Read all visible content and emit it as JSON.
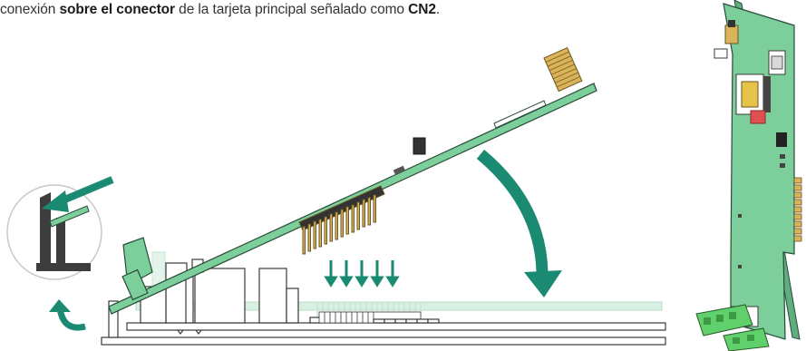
{
  "caption": {
    "part1": "conexión ",
    "bold1": "sobre el conector",
    "part2": " de la tarjeta principal señalado como ",
    "bold2": "CN2",
    "part3": "."
  },
  "colors": {
    "board_green": "#7ccf9a",
    "board_outline": "#2a4a3a",
    "accent_teal": "#1b8a72",
    "pin_gold": "#d9b45a",
    "ghost_green": "#d8efe2",
    "callout_gray": "#3d3d3d"
  },
  "icons": {
    "insert_arrow": "arrow-down-right-icon",
    "rotate_arrow": "curved-arrow-down-icon",
    "press_arrows": "arrow-down-icon",
    "return_arrow": "curved-arrow-up-left-icon"
  }
}
